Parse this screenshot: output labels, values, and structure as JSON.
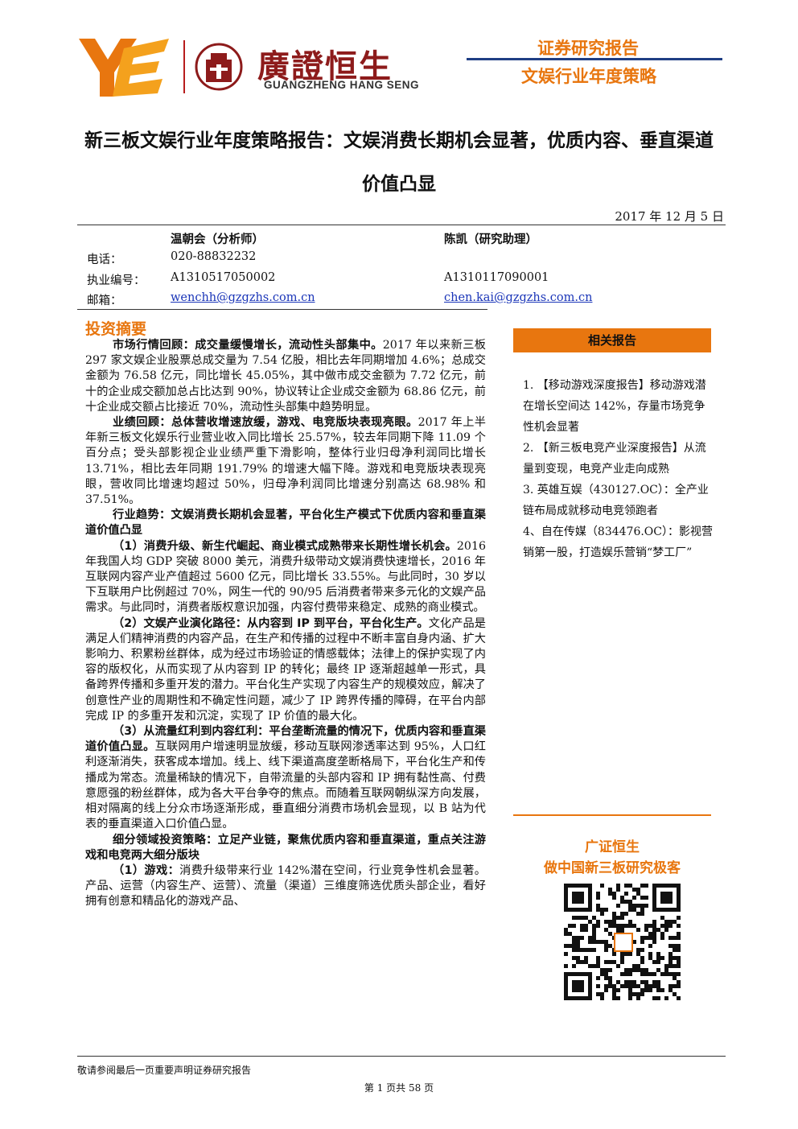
{
  "header": {
    "logo_cn": "廣證恒生",
    "logo_en": "GUANGZHENG HANG SENG",
    "report_type": "证券研究报告",
    "report_category": "文娱行业年度策略",
    "brand_orange": "#e8760f",
    "brand_red": "#8d1b1b",
    "brand_blue": "#1f3e84"
  },
  "title": "新三板文娱行业年度策略报告：文娱消费长期机会显著，优质内容、垂直渠道价值凸显",
  "date": "2017 年 12 月 5 日",
  "analysts": {
    "a1_name": "温朝会（分析师）",
    "a2_name": "陈凯（研究助理）",
    "phone_label": "电话：",
    "license_label": "执业编号：",
    "email_label": "邮箱：",
    "a1_phone": "020-88832232",
    "a1_license": "A1310517050002",
    "a2_license": "A1310117090001",
    "a1_email": "wenchh@gzgzhs.com.cn",
    "a2_email": "chen.kai@gzgzhs.com.cn"
  },
  "summary": {
    "heading": "投资摘要",
    "p1_b": "市场行情回顾：成交量缓慢增长，流动性头部集中。",
    "p1": "2017 年以来新三板 297 家文娱企业股票总成交量为 7.54 亿股，相比去年同期增加 4.6%；总成交金额为 76.58 亿元，同比增长 45.05%，其中做市成交金额为 7.72 亿元，前十的企业成交额加总占比达到 90%，协议转让企业成交金额为 68.86 亿元，前十企业成交额占比接近 70%，流动性头部集中趋势明显。",
    "p2_b": "业绩回顾：总体营收增速放缓，游戏、电竞版块表现亮眼。",
    "p2": "2017 年上半年新三板文化娱乐行业营业收入同比增长 25.57%，较去年同期下降 11.09 个百分点；受头部影视企业业绩严重下滑影响，整体行业归母净利润同比增长 13.71%，相比去年同期 191.79% 的增速大幅下降。游戏和电竞版块表现亮眼，营收同比增速均超过 50%，归母净利润同比增速分别高达 68.98% 和 37.51%。",
    "p3_b": "行业趋势：文娱消费长期机会显著，平台化生产模式下优质内容和垂直渠道价值凸显",
    "p4_b": "（1）消费升级、新生代崛起、商业模式成熟带来长期性增长机会。",
    "p4": "2016 年我国人均 GDP 突破 8000 美元，消费升级带动文娱消费快速增长，2016 年互联网内容产业产值超过 5600 亿元，同比增长 33.55%。与此同时，30 岁以下互联用户比例超过 70%，网生一代的 90/95 后消费者带来多元化的文娱产品需求。与此同时，消费者版权意识加强，内容付费带来稳定、成熟的商业模式。",
    "p5_b": "（2）文娱产业演化路径：从内容到 IP 到平台，平台化生产。",
    "p5": "文化产品是满足人们精神消费的内容产品，在生产和传播的过程中不断丰富自身内涵、扩大影响力、积累粉丝群体，成为经过市场验证的情感载体；法律上的保护实现了内容的版权化，从而实现了从内容到 IP 的转化；最终 IP 逐渐超越单一形式，具备跨界传播和多重开发的潜力。平台化生产实现了内容生产的规模效应，解决了创意性产业的周期性和不确定性问题，减少了 IP 跨界传播的障碍，在平台内部完成 IP 的多重开发和沉淀，实现了 IP 价值的最大化。",
    "p6_b": "（3）从流量红利到内容红利：平台垄断流量的情况下，优质内容和垂直渠道价值凸显。",
    "p6": "互联网用户增速明显放缓，移动互联网渗透率达到 95%，人口红利逐渐消失，获客成本增加。线上、线下渠道高度垄断格局下，平台化生产和传播成为常态。流量稀缺的情况下，自带流量的头部内容和 IP 拥有黏性高、付费意愿强的粉丝群体，成为各大平台争夺的焦点。而随着互联网朝纵深方向发展，相对隔离的线上分众市场逐渐形成，垂直细分消费市场机会显现，以 B 站为代表的垂直渠道入口价值凸显。",
    "p7_b": "细分领域投资策略：立足产业链，聚焦优质内容和垂直渠道，重点关注游戏和电竞两大细分版块",
    "p8_b": "（1）游戏：",
    "p8": "消费升级带来行业 142%潜在空间，行业竞争性机会显著。产品、运营（内容生产、运营）、流量（渠道）三维度筛选优质头部企业，看好拥有创意和精品化的游戏产品、"
  },
  "sidebar": {
    "heading": "相关报告",
    "items": [
      "1. 【移动游戏深度报告】移动游戏潜在增长空间达 142%，存量市场竞争性机会显著",
      "2. 【新三板电竞产业深度报告】从流量到变现，电竞产业走向成熟",
      "3. 英雄互娱（430127.OC）：全产业链布局成就移动电竞领跑者",
      "4、自在传媒（834476.OC）：影视营销第一股，打造娱乐营销“梦工厂”"
    ],
    "promo_line1": "广证恒生",
    "promo_line2": "做中国新三板研究极客",
    "qr_icon": "qr-code-icon"
  },
  "footer": {
    "disclaimer": "敬请参阅最后一页重要声明证券研究报告",
    "page": "第 1 页共 58 页"
  }
}
